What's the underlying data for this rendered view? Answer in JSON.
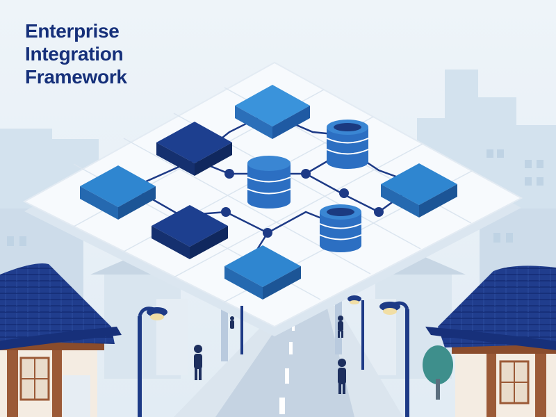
{
  "title": {
    "lines": [
      "Enterprise",
      "Integration",
      "Framework"
    ]
  },
  "colors": {
    "title": "#16307a",
    "sky": "#e9f1f7",
    "buildings": "#cddfec",
    "platform": "#f7fafd",
    "platform_edge": "#dbe6f0",
    "navy_block": "#1d3f8f",
    "blue_block": "#2f86d0",
    "database": "#2c6fc2",
    "connector": "#1d3a86",
    "roof": "#223f93",
    "wood": "#9b5a37",
    "road": "#c5d3e2"
  },
  "icons": {
    "blocks": [
      "service-block",
      "service-block",
      "service-block",
      "service-block",
      "service-block",
      "service-block"
    ],
    "databases": [
      "database-icon",
      "database-icon",
      "database-icon"
    ],
    "lamps": [
      "street-lamp-icon",
      "street-lamp-icon",
      "street-lamp-icon",
      "street-lamp-icon"
    ],
    "people": [
      "person-icon",
      "person-icon",
      "person-icon",
      "person-icon"
    ]
  }
}
